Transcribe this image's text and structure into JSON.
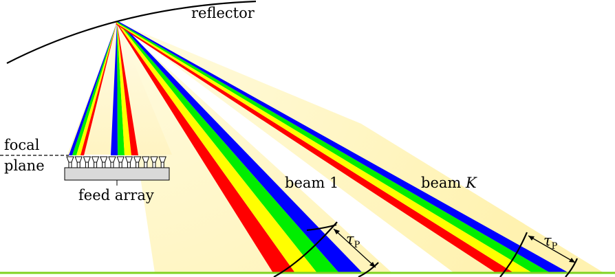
{
  "labels": {
    "reflector": "reflector",
    "focal_plane_line1": "focal",
    "focal_plane_line2": "plane",
    "feed_array": "feed array",
    "beam_1": "beam 1",
    "beam_k_prefix": "beam ",
    "beam_k_symbol": "K",
    "tau_symbol": "τ",
    "tau_subscript": "P"
  },
  "colors": {
    "red": "#ff0000",
    "yellow": "#ffff00",
    "green": "#00ee00",
    "blue": "#0000ff",
    "glow": "#fff6c8",
    "ground": "#7ed321",
    "feed_body": "#d9d9d9"
  },
  "beams": [
    {
      "name": "beam-1",
      "stripe_order": [
        "red",
        "yellow",
        "green",
        "blue"
      ]
    },
    {
      "name": "beam-k",
      "stripe_order": [
        "red",
        "yellow",
        "green",
        "blue"
      ]
    }
  ],
  "feed_element_count": 12
}
